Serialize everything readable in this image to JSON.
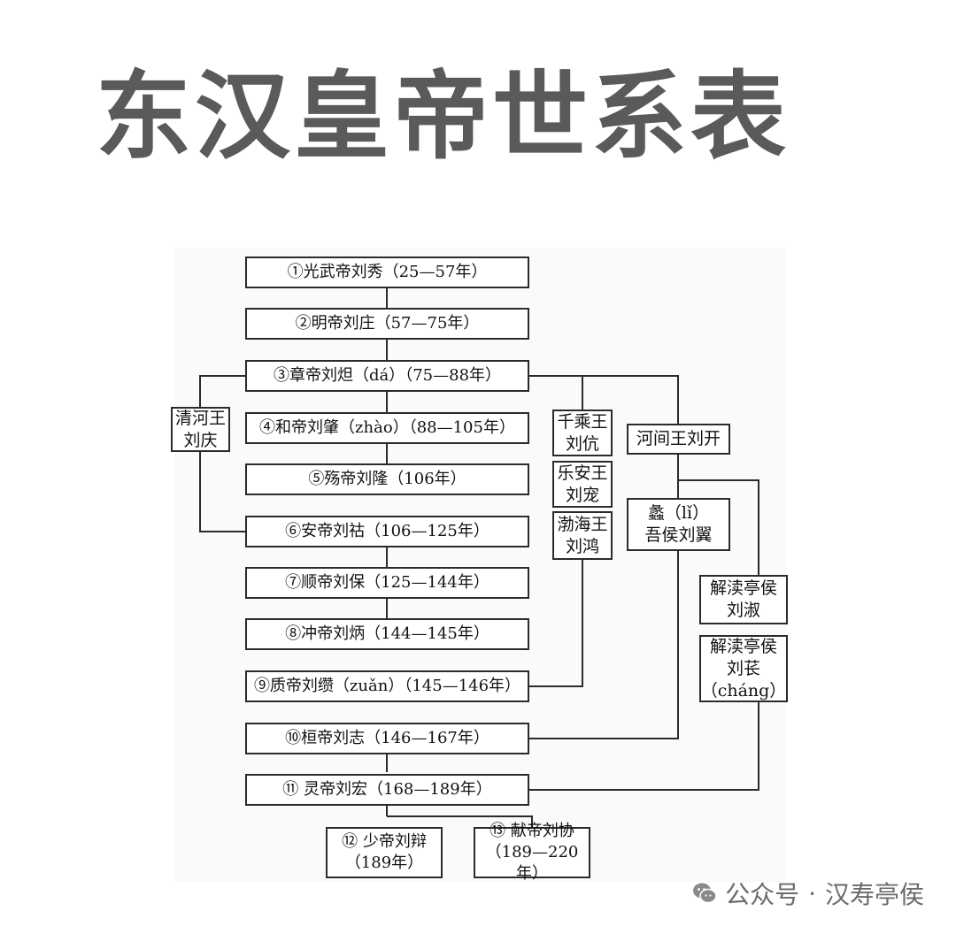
{
  "title": "东汉皇帝世系表",
  "emperors": {
    "e1": "①光武帝刘秀（25—57年）",
    "e2": "②明帝刘庄（57—75年）",
    "e3": "③章帝刘炟（dá）（75—88年）",
    "e4": "④和帝刘肇（zhào）（88—105年）",
    "e5": "⑤殇帝刘隆（106年）",
    "e6": "⑥安帝刘祜（106—125年）",
    "e7": "⑦顺帝刘保（125—144年）",
    "e8": "⑧冲帝刘炳（144—145年）",
    "e9": "⑨质帝刘缵（zuǎn）（145—146年）",
    "e10": "⑩桓帝刘志（146—167年）",
    "e11": "⑪ 灵帝刘宏（168—189年）",
    "e12_line1": "⑫ 少帝刘辩",
    "e12_line2": "（189年）",
    "e13_line1": "⑬ 献帝刘协",
    "e13_line2": "（189—220年）"
  },
  "princes": {
    "qinghe_line1": "清河王",
    "qinghe_line2": "刘庆",
    "qiancheng_line1": "千乘王",
    "qiancheng_line2": "刘伉",
    "lean_line1": "乐安王",
    "lean_line2": "刘宠",
    "bohai_line1": "渤海王",
    "bohai_line2": "刘鸿",
    "hejian": "河间王刘开",
    "liwu_line1": "蠡（lǐ）",
    "liwu_line2": "吾侯刘翼",
    "jiedu1_line1": "解渎亭侯",
    "jiedu1_line2": "刘淑",
    "jiedu2_line1": "解渎亭侯",
    "jiedu2_line2": "刘苌",
    "jiedu2_line3": "（cháng）"
  },
  "watermark": {
    "label": "公众号",
    "dot": "·",
    "account": "汉寿亭侯"
  },
  "colors": {
    "title": "#5a5a5a",
    "line": "#2b2b2b",
    "watermark": "#6a6a6a"
  },
  "icons": {
    "watermark": "wechat-icon"
  }
}
